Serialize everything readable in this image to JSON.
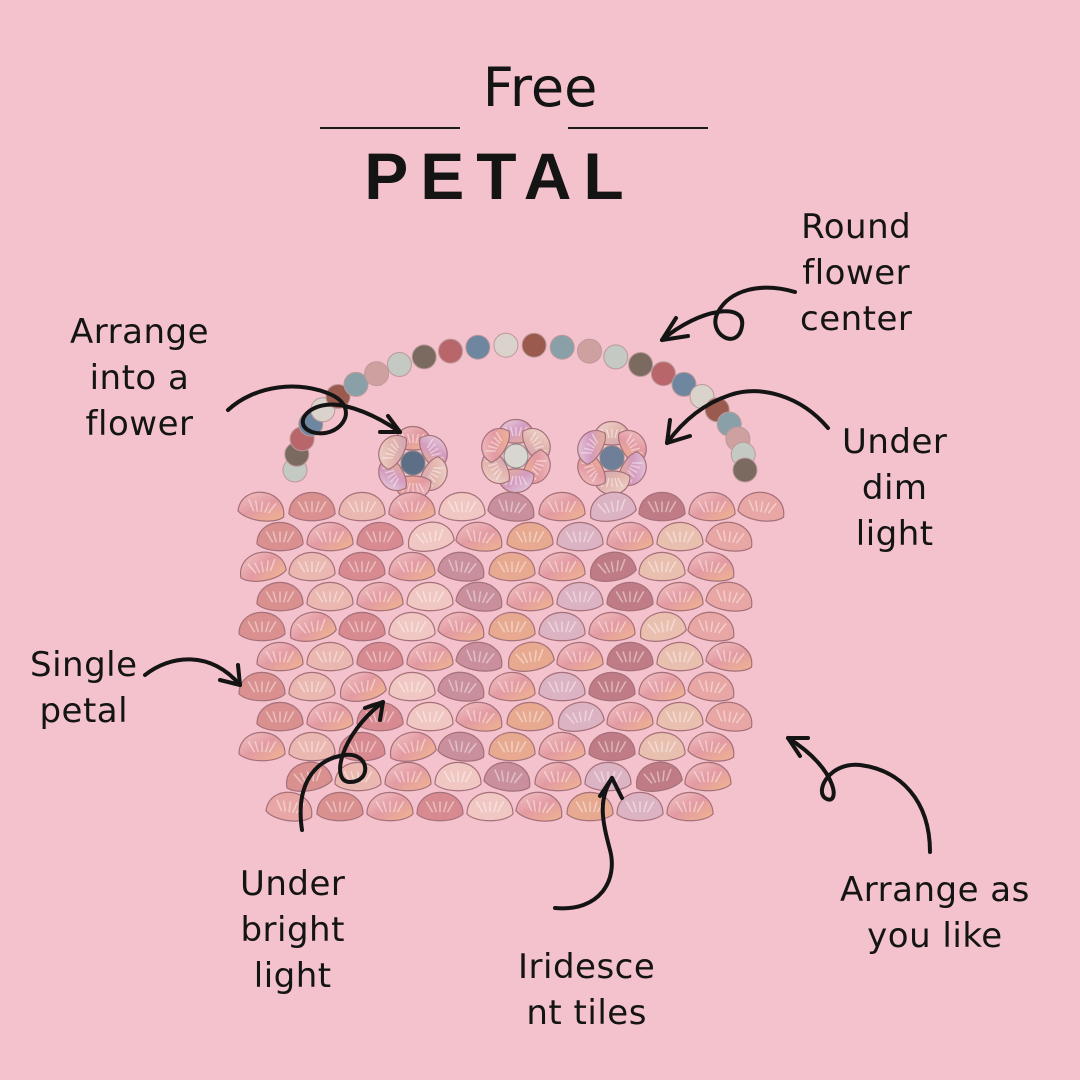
{
  "header": {
    "small_title": "Free",
    "main_title": "PETAL"
  },
  "labels": {
    "round_center": [
      "Round",
      "flower",
      "center"
    ],
    "arrange_flower": [
      "Arrange",
      "into a",
      "flower"
    ],
    "dim_light": [
      "Under",
      "dim",
      "light"
    ],
    "single_petal": [
      "Single",
      "petal"
    ],
    "bright_light": [
      "Under",
      "bright",
      "light"
    ],
    "iridescent": [
      "Iridesce",
      "nt tiles"
    ],
    "arrange_like": [
      "Arrange as",
      "you like"
    ]
  },
  "colors": {
    "background": "#f4c2cc",
    "ink": "#141414",
    "petal_palette": [
      "#e8a7a4",
      "#d9908e",
      "#eab8b0",
      "#d78a8f",
      "#f0c7c2",
      "#c98f9d",
      "#e7a98f",
      "#dcb3c3",
      "#c07c86",
      "#e9c0b0"
    ],
    "bead_palette": [
      "#c4c9c4",
      "#7a6a60",
      "#b9666a",
      "#6f86a0",
      "#d9d3cc",
      "#9a5a4e",
      "#8aa0a8",
      "#cfa0a0"
    ]
  }
}
